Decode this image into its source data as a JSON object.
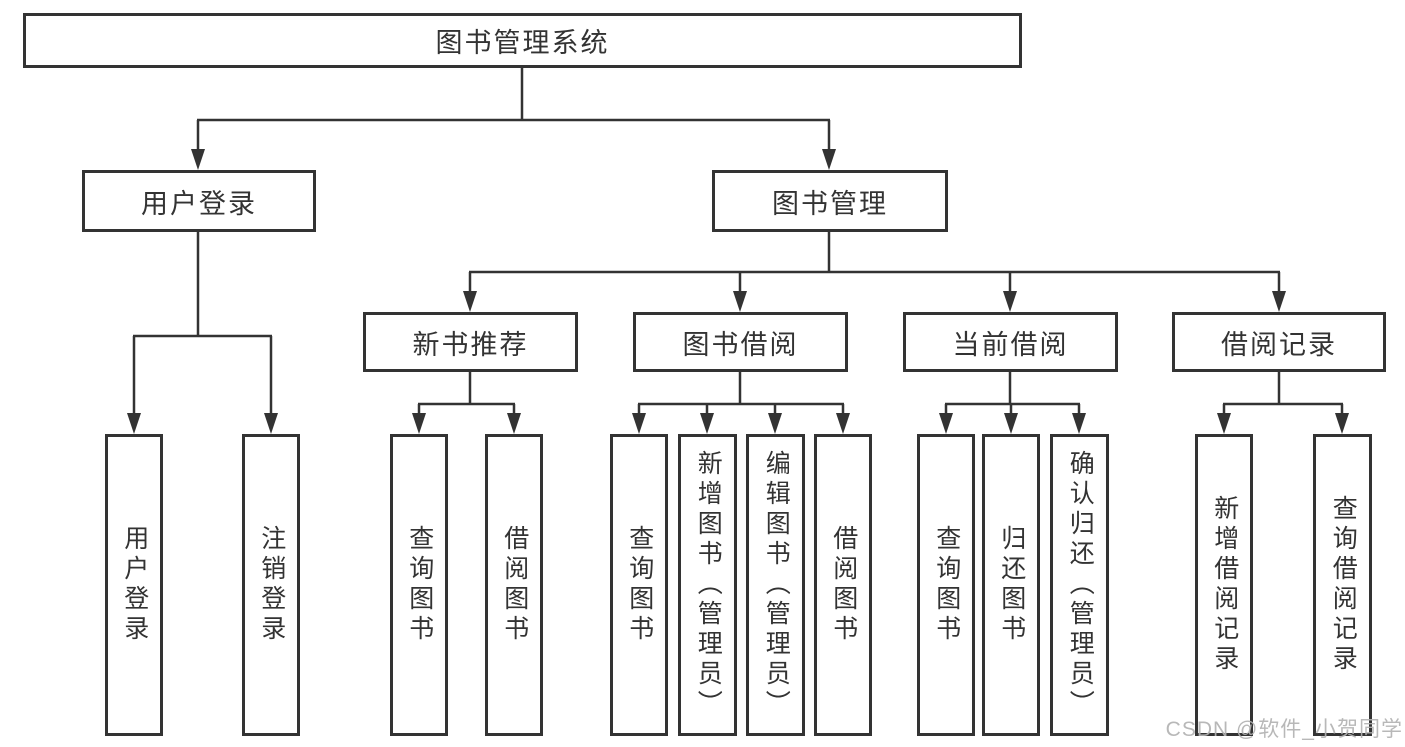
{
  "diagram": {
    "root": {
      "label": "图书管理系统"
    },
    "branches": [
      {
        "label": "用户登录",
        "leaves": [
          "用户登录",
          "注销登录"
        ]
      },
      {
        "label": "图书管理",
        "groups": [
          {
            "label": "新书推荐",
            "leaves": [
              "查询图书",
              "借阅图书"
            ]
          },
          {
            "label": "图书借阅",
            "leaves": [
              "查询图书",
              "新增图书（管理员）",
              "编辑图书（管理员）",
              "借阅图书"
            ]
          },
          {
            "label": "当前借阅",
            "leaves": [
              "查询图书",
              "归还图书",
              "确认归还（管理员）"
            ]
          },
          {
            "label": "借阅记录",
            "leaves": [
              "新增借阅记录",
              "查询借阅记录"
            ]
          }
        ]
      }
    ]
  },
  "watermark": {
    "text": "CSDN @软件_小贺同学",
    "color": "#b2b2b2"
  },
  "colors": {
    "line": "#333333",
    "box_border": "#333333",
    "box_fill": "#ffffff",
    "text": "#333333",
    "background": "#ffffff"
  }
}
